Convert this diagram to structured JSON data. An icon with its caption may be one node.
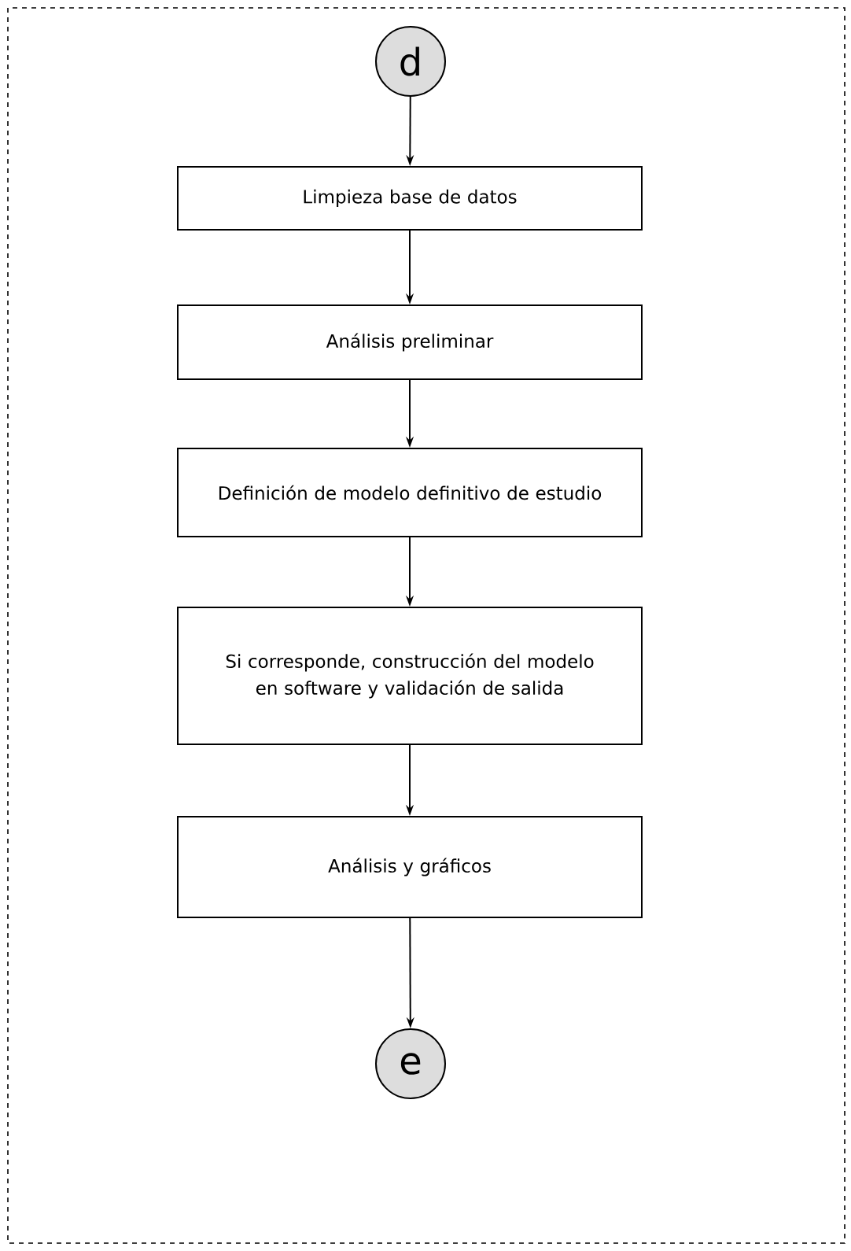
{
  "diagram": {
    "nodes": [
      {
        "text": [
          "d"
        ]
      },
      {
        "text": [
          "Limpieza base de datos"
        ]
      },
      {
        "text": [
          "Análisis preliminar"
        ]
      },
      {
        "text": [
          "Definición de modelo definitivo de estudio"
        ]
      },
      {
        "text": [
          "Si corresponde, construcción del modelo en software y validación de salida"
        ]
      },
      {
        "text": [
          "Análisis y gráficos"
        ]
      },
      {
        "text": [
          "e"
        ]
      }
    ],
    "edges": [
      {
        "from": 0,
        "to": 1,
        "arrow": "to"
      },
      {
        "from": 1,
        "to": 2,
        "arrow": "to"
      },
      {
        "from": 2,
        "to": 3,
        "arrow": "to"
      },
      {
        "from": 3,
        "to": 4,
        "arrow": "to"
      },
      {
        "from": 4,
        "to": 5,
        "arrow": "to"
      },
      {
        "from": 5,
        "to": 6,
        "arrow": "to"
      }
    ]
  }
}
